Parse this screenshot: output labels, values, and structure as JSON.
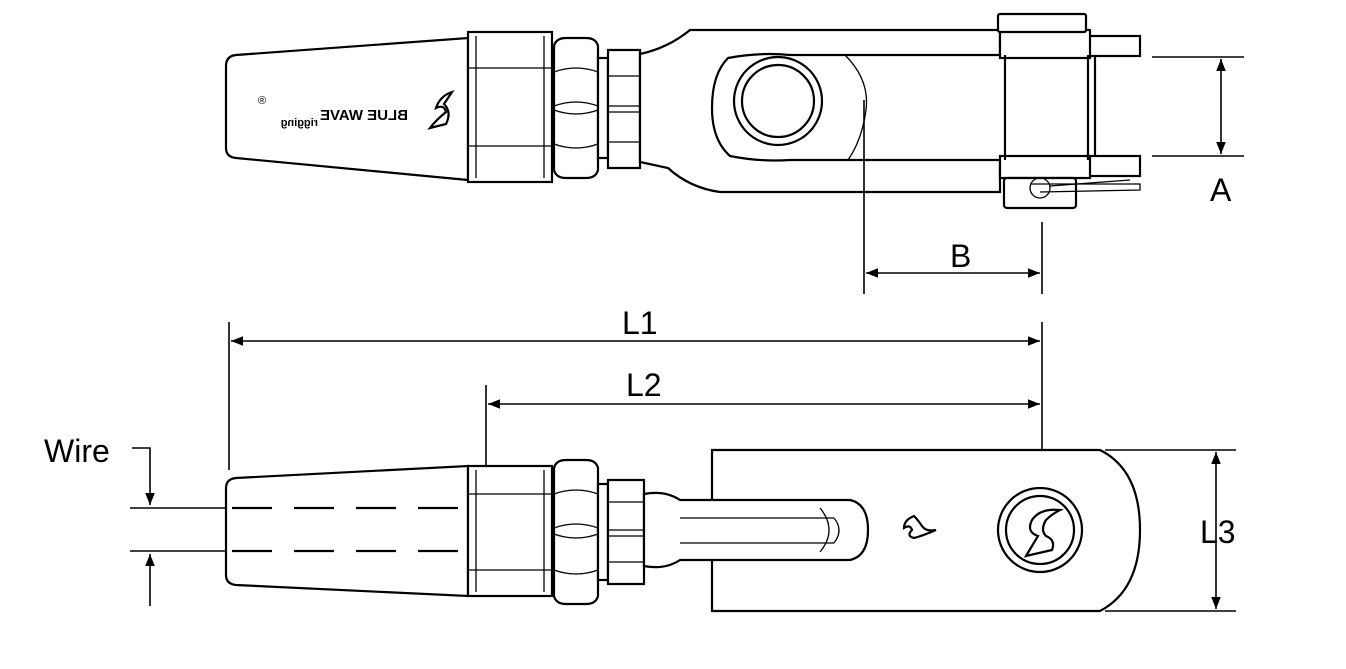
{
  "labels": {
    "A": "A",
    "B": "B",
    "L1": "L1",
    "L2": "L2",
    "L3": "L3",
    "wire": "Wire"
  },
  "brand_text": "BLUE WAVE",
  "brand_suffix": "rigging",
  "brand_registered": "®",
  "colors": {
    "stroke": "#000000",
    "background": "#ffffff"
  },
  "icons": [
    "wave-logo-icon"
  ]
}
